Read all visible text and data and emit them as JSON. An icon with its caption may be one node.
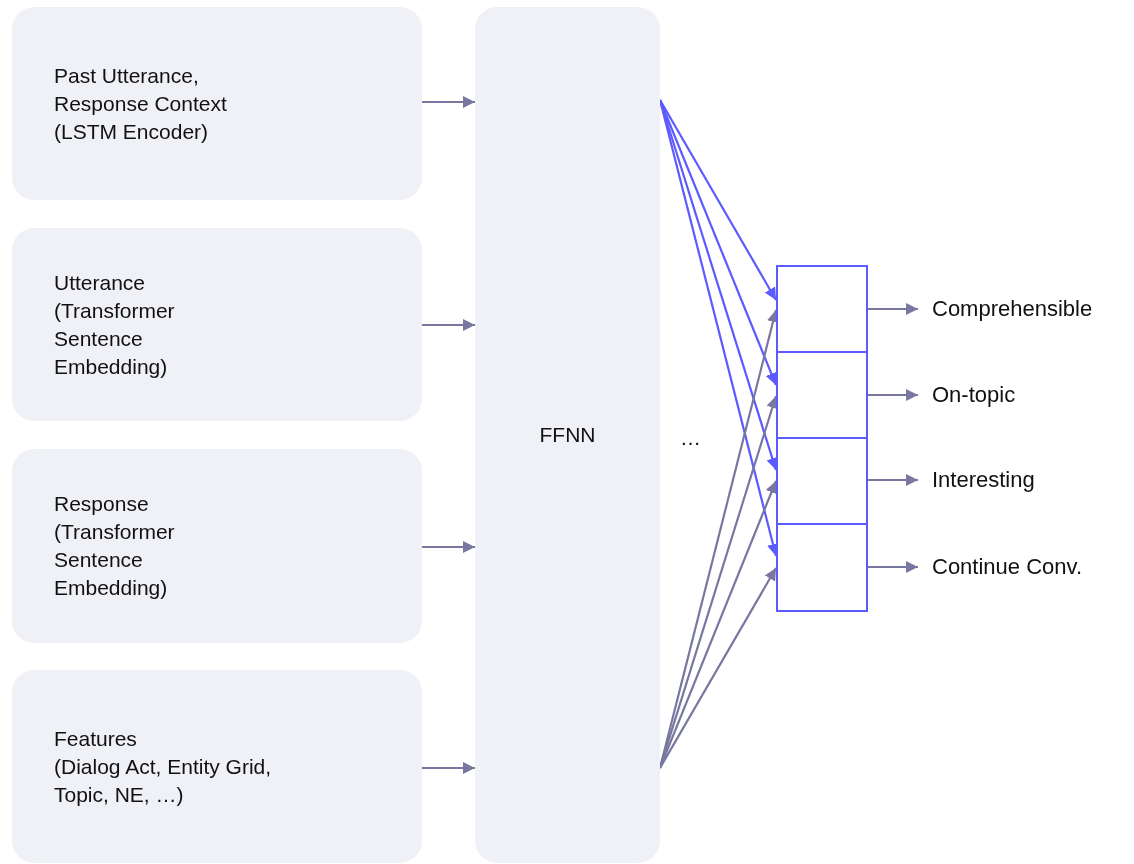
{
  "diagram": {
    "nodes": [
      {
        "text": [
          "Past Utterance, Response Context",
          "(LSTM Encoder)"
        ]
      },
      {
        "text": [
          "Utterance",
          "(Transformer Sentence Embedding)"
        ]
      },
      {
        "text": [
          "Response",
          "(Transformer Sentence Embedding)"
        ]
      },
      {
        "text": [
          "Features",
          "(Dialog Act, Entity Grid, Topic, NE, …)"
        ]
      },
      {
        "text": [
          "FFNN"
        ]
      },
      {
        "text": [],
        "shape": "box"
      },
      {
        "text": [],
        "shape": "box"
      },
      {
        "text": [],
        "shape": "box"
      },
      {
        "text": [],
        "shape": "box"
      },
      {
        "text": [
          "Comprehensible"
        ]
      },
      {
        "text": [
          "On-topic"
        ]
      },
      {
        "text": [
          "Interesting"
        ]
      },
      {
        "text": [
          "Continue Conv."
        ]
      }
    ],
    "edges": [
      {
        "from": 0,
        "to": 4,
        "arrow": "to"
      },
      {
        "from": 1,
        "to": 4,
        "arrow": "to"
      },
      {
        "from": 2,
        "to": 4,
        "arrow": "to"
      },
      {
        "from": 3,
        "to": 4,
        "arrow": "to"
      },
      {
        "from": 4,
        "to": 5,
        "arrow": "to",
        "color": "#5b5bff"
      },
      {
        "from": 4,
        "to": 6,
        "arrow": "to",
        "color": "#5b5bff"
      },
      {
        "from": 4,
        "to": 7,
        "arrow": "to",
        "color": "#5b5bff"
      },
      {
        "from": 4,
        "to": 8,
        "arrow": "to",
        "color": "#5b5bff"
      },
      {
        "from": 4,
        "to": 5,
        "arrow": "to"
      },
      {
        "from": 4,
        "to": 6,
        "arrow": "to"
      },
      {
        "from": 4,
        "to": 7,
        "arrow": "to"
      },
      {
        "from": 4,
        "to": 8,
        "arrow": "to"
      },
      {
        "from": 5,
        "to": 9,
        "arrow": "to"
      },
      {
        "from": 6,
        "to": 10,
        "arrow": "to"
      },
      {
        "from": 7,
        "to": 11,
        "arrow": "to"
      },
      {
        "from": 8,
        "to": 12,
        "arrow": "to"
      }
    ],
    "labels": [
      "…"
    ]
  }
}
